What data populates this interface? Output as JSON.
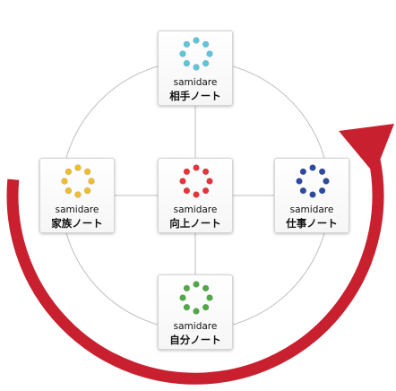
{
  "colors": {
    "arrow": "#c8202f",
    "connector": "#bdbdbd"
  },
  "center": {
    "app": "samidare",
    "name": "向上ノート",
    "dot_color": "#e8333b"
  },
  "top": {
    "app": "samidare",
    "name": "相手ノート",
    "dot_color": "#5cc6dc"
  },
  "left": {
    "app": "samidare",
    "name": "家族ノート",
    "dot_color": "#f2bd2c"
  },
  "right": {
    "app": "samidare",
    "name": "仕事ノート",
    "dot_color": "#2d4a9e"
  },
  "bottom": {
    "app": "samidare",
    "name": "自分ノート",
    "dot_color": "#4daa45"
  },
  "icons": {
    "cycle": "circular-arrow-icon",
    "note": "dot-ring-icon"
  }
}
